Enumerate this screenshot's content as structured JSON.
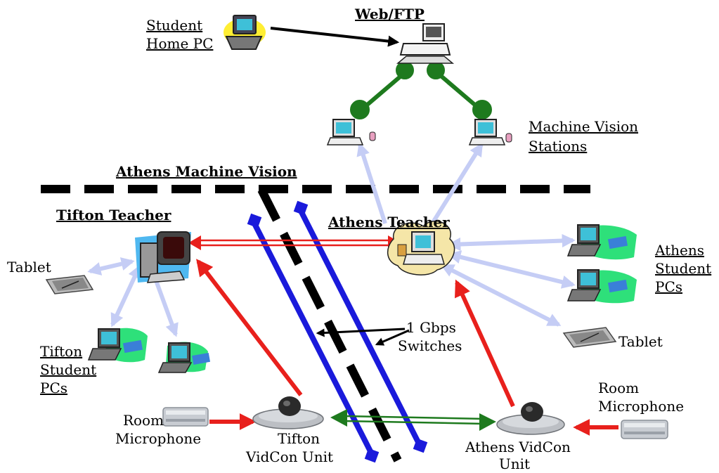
{
  "labels": {
    "web_ftp": "Web/FTP",
    "student_home_pc": [
      "Student",
      "Home PC"
    ],
    "machine_vision_stations": [
      "Machine Vision",
      "Stations"
    ],
    "athens_machine_vision": "Athens Machine Vision",
    "tifton_teacher": "Tifton Teacher",
    "athens_teacher": "Athens Teacher",
    "tablet_left": "Tablet",
    "tablet_right": "Tablet",
    "athens_student_pcs": [
      "Athens",
      "Student",
      "PCs"
    ],
    "tifton_student_pcs": [
      "Tifton",
      "Student",
      "PCs"
    ],
    "switches": [
      "1 Gbps",
      "Switches"
    ],
    "room_microphone_left": [
      "Room",
      "Microphone"
    ],
    "room_microphone_right": [
      "Room",
      "Microphone"
    ],
    "tifton_vidcon": [
      "Tifton",
      "VidCon Unit"
    ],
    "athens_vidcon": [
      "Athens VidCon",
      "Unit"
    ]
  },
  "colors": {
    "network_link": "#1e7a1e",
    "wireless_link": "#c5cdf5",
    "video_link": "#e8201c",
    "switch_bar": "#1a1adb",
    "divider": "#000000"
  }
}
